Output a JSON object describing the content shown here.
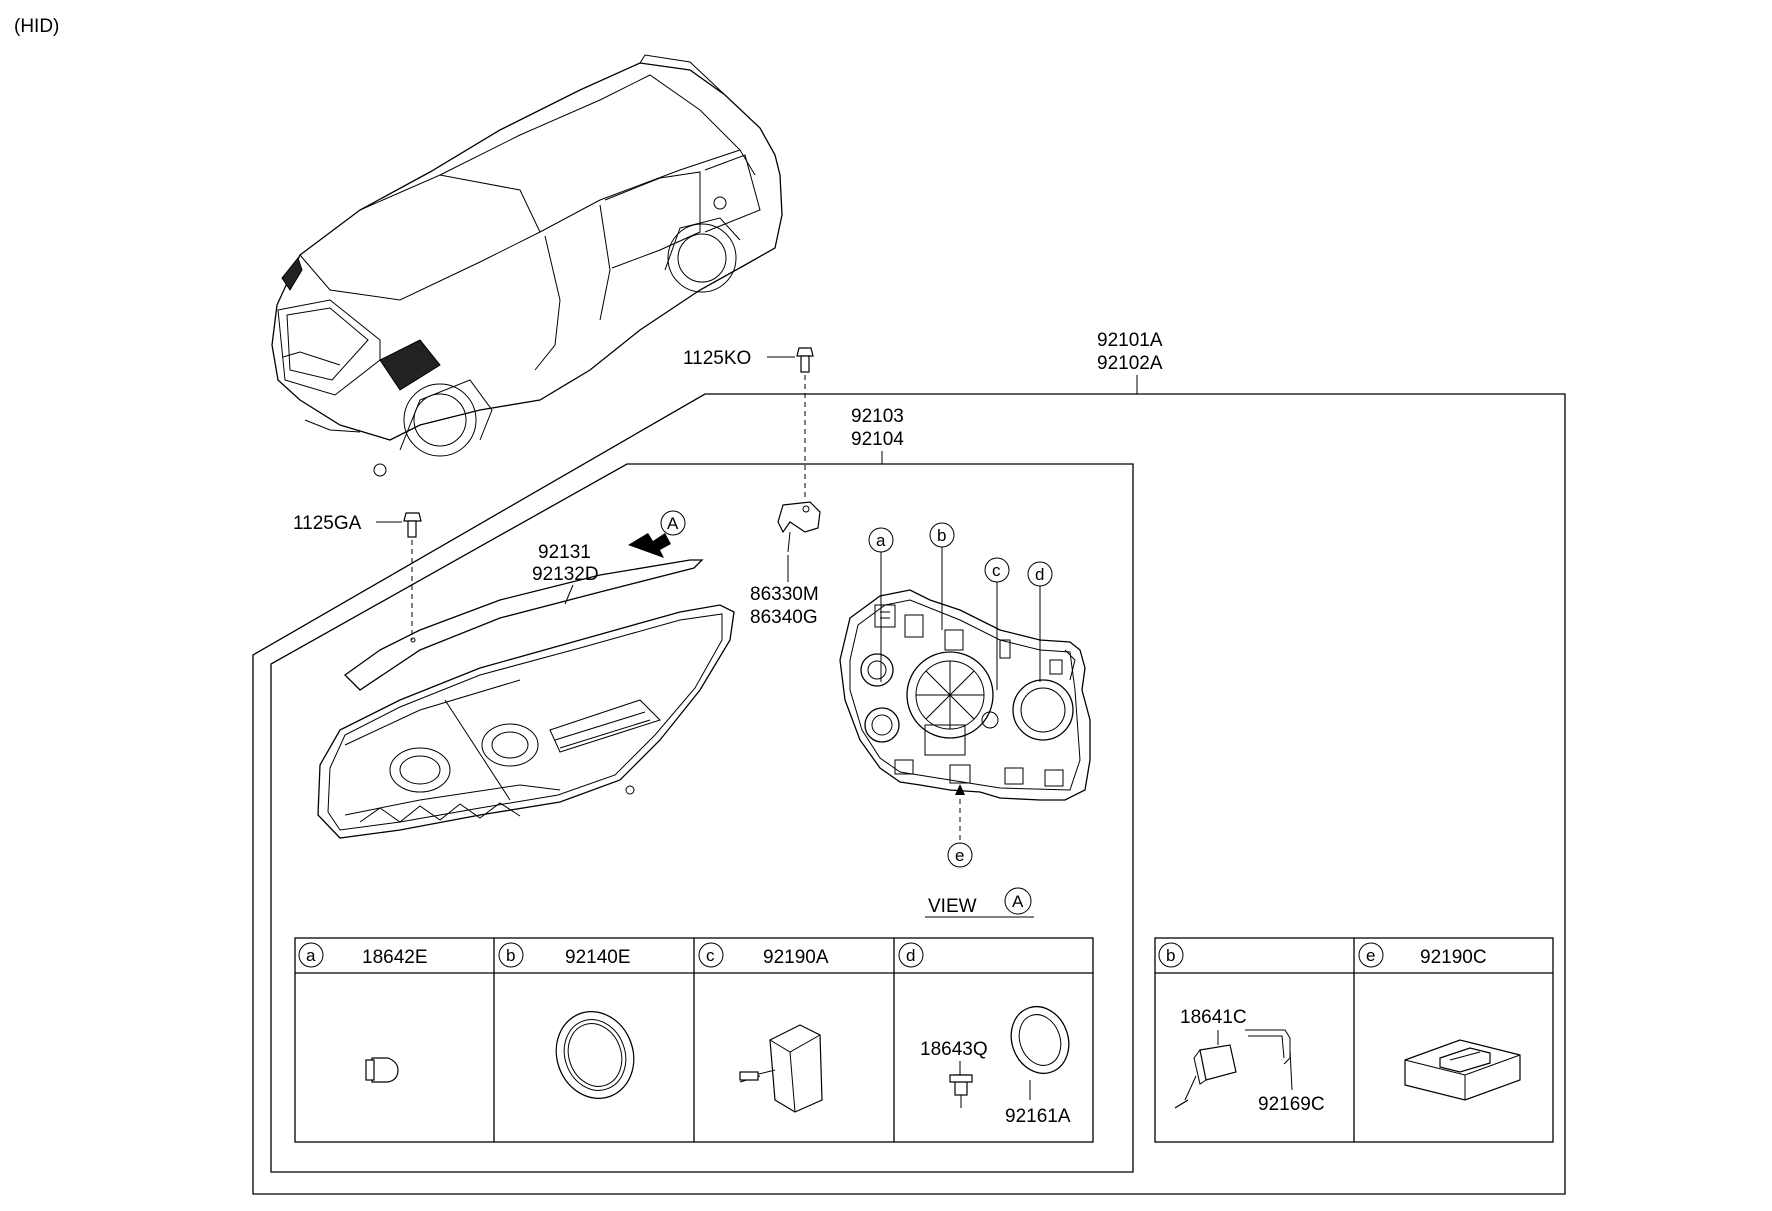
{
  "variant": "(HID)",
  "callouts": {
    "assembly_1": "92101A",
    "assembly_2": "92102A",
    "sub_assembly_1": "92103",
    "sub_assembly_2": "92104",
    "screw_top": "1125KO",
    "screw_left": "1125GA",
    "seal_1": "92131",
    "seal_2": "92132D",
    "bracket_1": "86330M",
    "bracket_2": "86340G",
    "view_marker": "A",
    "view_label": "VIEW",
    "circle_a": "a",
    "circle_b": "b",
    "circle_c": "c",
    "circle_d": "d",
    "circle_e": "e"
  },
  "table_left": {
    "cells": [
      {
        "key": "a",
        "part": "18642E"
      },
      {
        "key": "b",
        "part": "92140E"
      },
      {
        "key": "c",
        "part": "92190A"
      },
      {
        "key": "d",
        "part": ""
      }
    ],
    "d_sub_1": "18643Q",
    "d_sub_2": "92161A"
  },
  "table_right": {
    "cells": [
      {
        "key": "b",
        "part": ""
      },
      {
        "key": "e",
        "part": "92190C"
      }
    ],
    "b_sub_1": "18641C",
    "b_sub_2": "92169C"
  }
}
